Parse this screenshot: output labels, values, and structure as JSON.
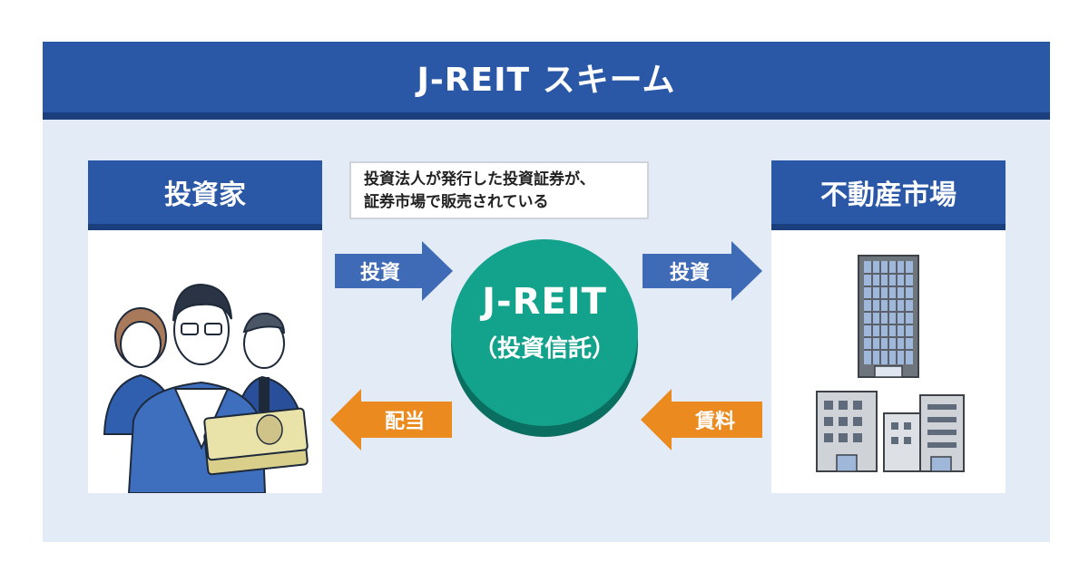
{
  "title": "J-REIT スキーム",
  "investor": {
    "label": "投資家"
  },
  "market": {
    "label": "不動産市場"
  },
  "note": {
    "line1": "投資法人が発行した投資証券が、",
    "line2": "証券市場で販売されている"
  },
  "center": {
    "main": "J-REIT",
    "sub": "（投資信託）"
  },
  "arrows": {
    "left_top": "投資",
    "right_top": "投資",
    "left_bottom": "配当",
    "right_bottom": "賃料"
  },
  "colors": {
    "header_blue": "#2a58a6",
    "arrow_blue": "#3f6ab5",
    "arrow_orange": "#ea8a1f",
    "center_green": "#13a38c",
    "background": "#e3ebf6"
  },
  "icons": [
    "investors-illustration",
    "banknotes-illustration",
    "tower-building-icon",
    "office-buildings-icon"
  ]
}
